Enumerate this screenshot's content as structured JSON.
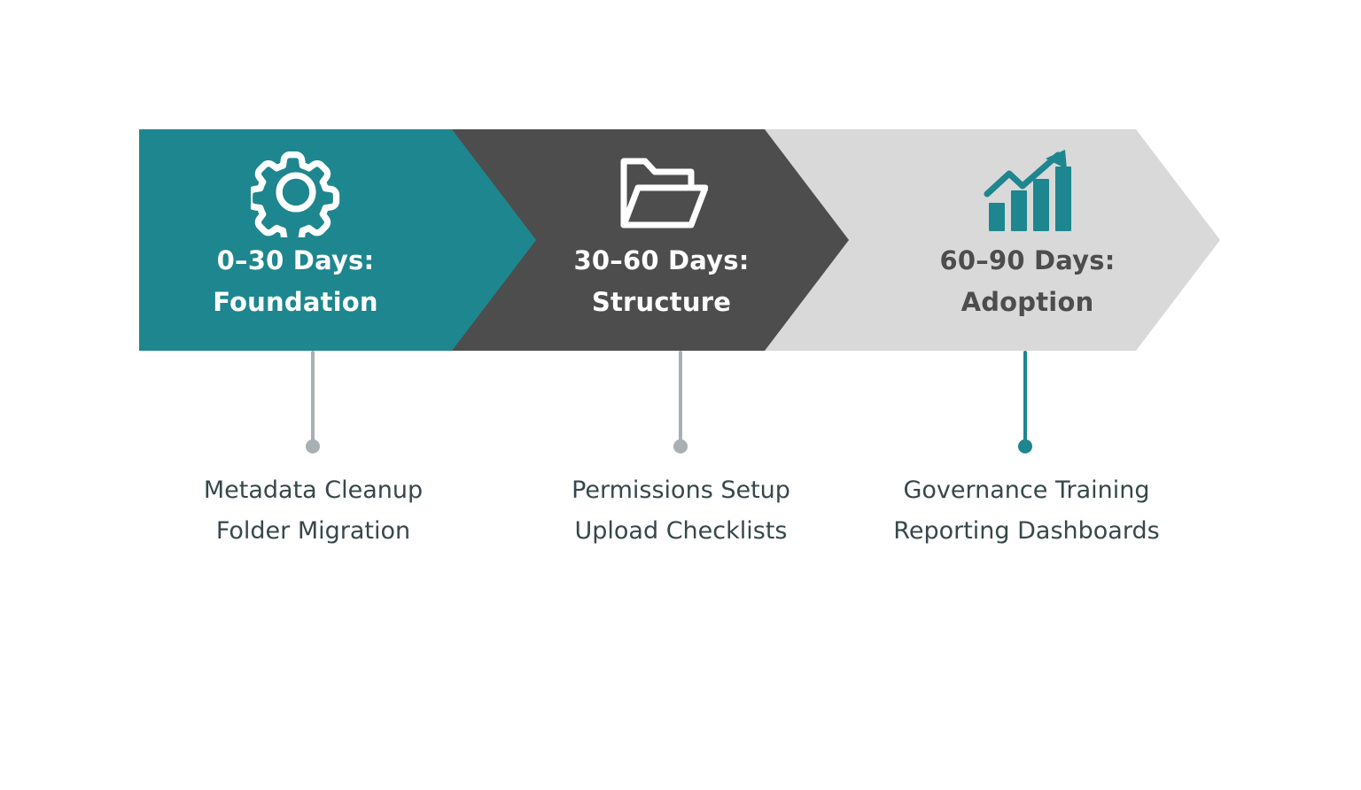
{
  "diagram": {
    "type": "chevron-process-timeline",
    "stage_count": 3,
    "palette": {
      "stage1": "#1e868e",
      "stage2": "#4d4d4d",
      "stage3": "#d9d9d9",
      "label_text": "#37474a",
      "connector_gray": "#a9b0b3",
      "connector_teal": "#1e868e"
    }
  },
  "stages": [
    {
      "id": "stage-foundation",
      "title": "0–30 Days:\nFoundation",
      "title_line1": "0–30 Days:",
      "title_line2": "Foundation",
      "icon": "gear-icon",
      "fill": "#1e868e",
      "title_color": "#ffffff",
      "icon_color": "#ffffff",
      "connector_color": "#a9b0b3",
      "tasks": "Metadata Cleanup\nFolder Migration",
      "task_items": [
        "Metadata Cleanup",
        "Folder Migration"
      ]
    },
    {
      "id": "stage-structure",
      "title": "30–60 Days:\nStructure",
      "title_line1": "30–60 Days:",
      "title_line2": "Structure",
      "icon": "open-folder-icon",
      "fill": "#4d4d4d",
      "title_color": "#ffffff",
      "icon_color": "#ffffff",
      "connector_color": "#a9b0b3",
      "tasks": "Permissions Setup\nUpload Checklists",
      "task_items": [
        "Permissions Setup",
        "Upload Checklists"
      ]
    },
    {
      "id": "stage-adoption",
      "title": "60–90 Days:\nAdoption",
      "title_line1": "60–90 Days:",
      "title_line2": "Adoption",
      "icon": "growth-bar-chart-icon",
      "fill": "#d9d9d9",
      "title_color": "#4d4d4d",
      "icon_color": "#1e868e",
      "connector_color": "#1e868e",
      "tasks": "Governance Training\nReporting Dashboards",
      "task_items": [
        "Governance Training",
        "Reporting Dashboards"
      ]
    }
  ]
}
